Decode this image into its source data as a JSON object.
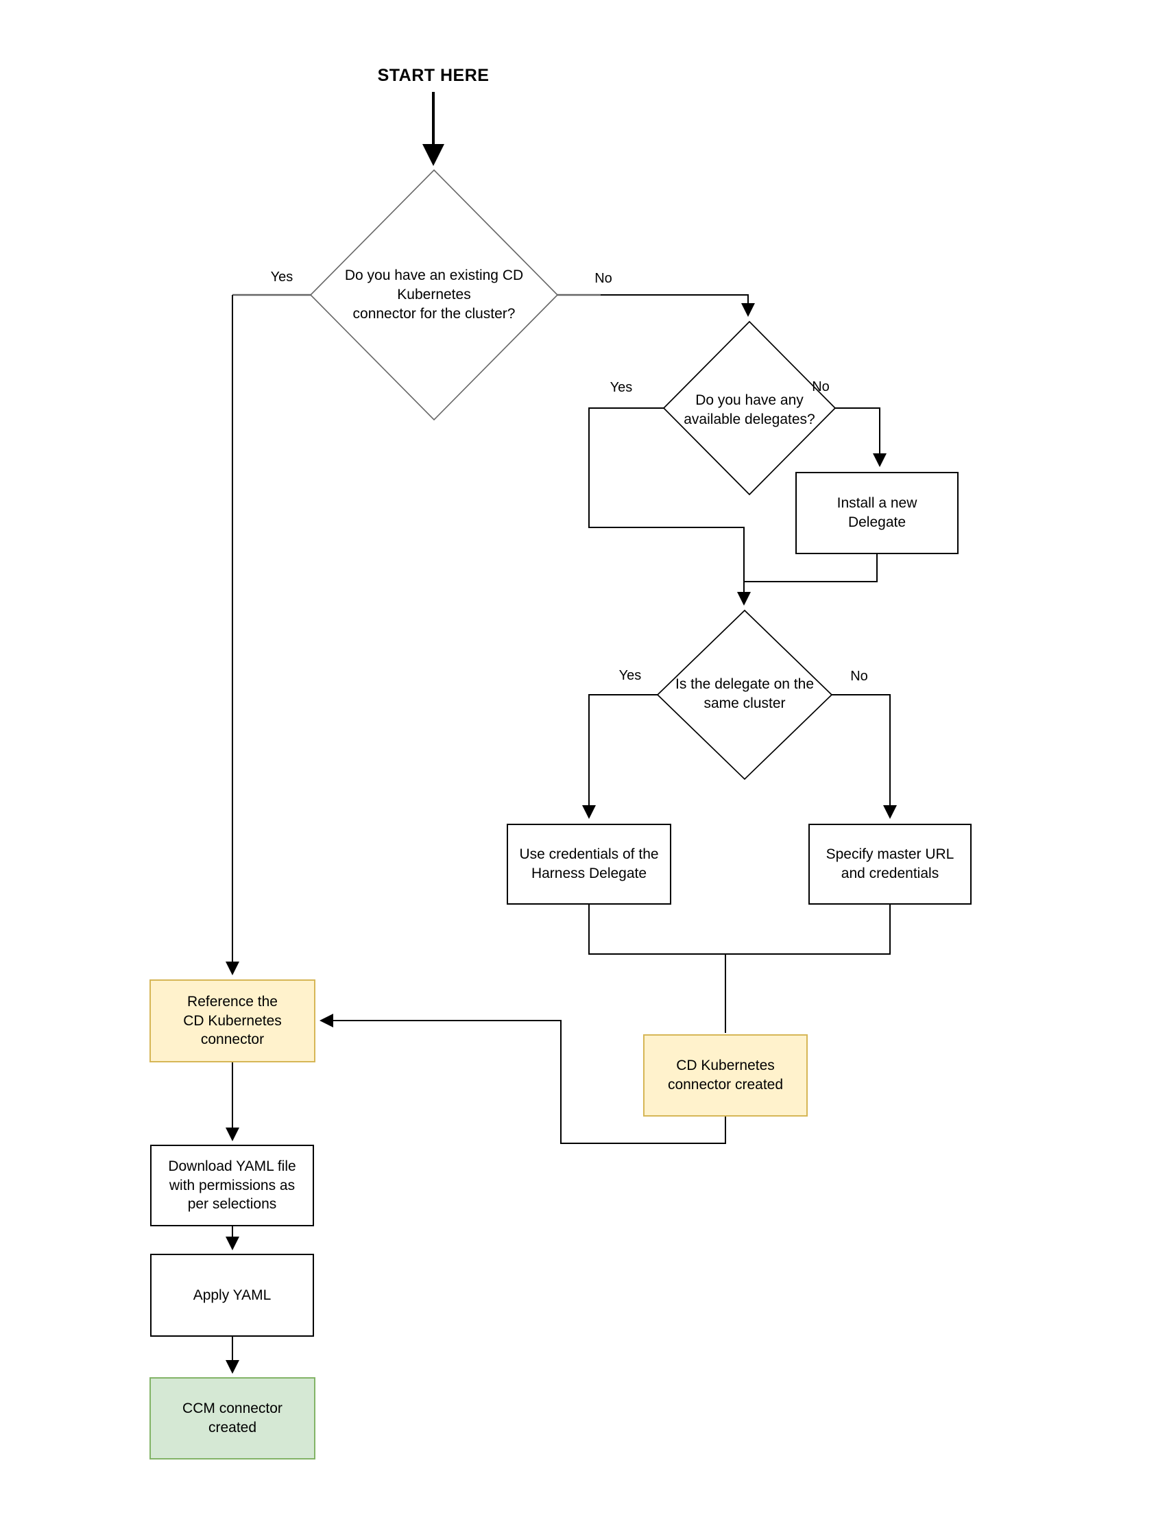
{
  "title": "START HERE",
  "colors": {
    "background": "#FFFFFF",
    "line": "#000000",
    "decision_gray": "#666666",
    "yellow_fill": "#FFF2CC",
    "yellow_border": "#D6B656",
    "green_fill": "#D5E8D4",
    "green_border": "#82B366",
    "text": "#000000"
  },
  "nodes": {
    "d1": {
      "type": "decision",
      "label": "Do you have an existing CD\nKubernetes\nconnector for the cluster?"
    },
    "d2": {
      "type": "decision",
      "label": "Do you have any\navailable delegates?"
    },
    "d3": {
      "type": "decision",
      "label": "Is the delegate on the\nsame cluster"
    },
    "install": {
      "type": "process",
      "label": "Install a new\nDelegate"
    },
    "use_creds": {
      "type": "process",
      "label": "Use credentials of the\nHarness Delegate"
    },
    "specify": {
      "type": "process",
      "label": "Specify master URL\nand credentials"
    },
    "cd_created": {
      "type": "terminal-yellow",
      "label": "CD Kubernetes\nconnector created"
    },
    "reference": {
      "type": "terminal-yellow",
      "label": "Reference the\nCD Kubernetes\nconnector"
    },
    "download": {
      "type": "process",
      "label": "Download YAML file\nwith permissions as\nper selections"
    },
    "apply": {
      "type": "process",
      "label": "Apply YAML"
    },
    "ccm": {
      "type": "terminal-green",
      "label": "CCM connector\ncreated"
    }
  },
  "edge_labels": {
    "d1_yes": "Yes",
    "d1_no": "No",
    "d2_yes": "Yes",
    "d2_no": "No",
    "d3_yes": "Yes",
    "d3_no": "No"
  }
}
